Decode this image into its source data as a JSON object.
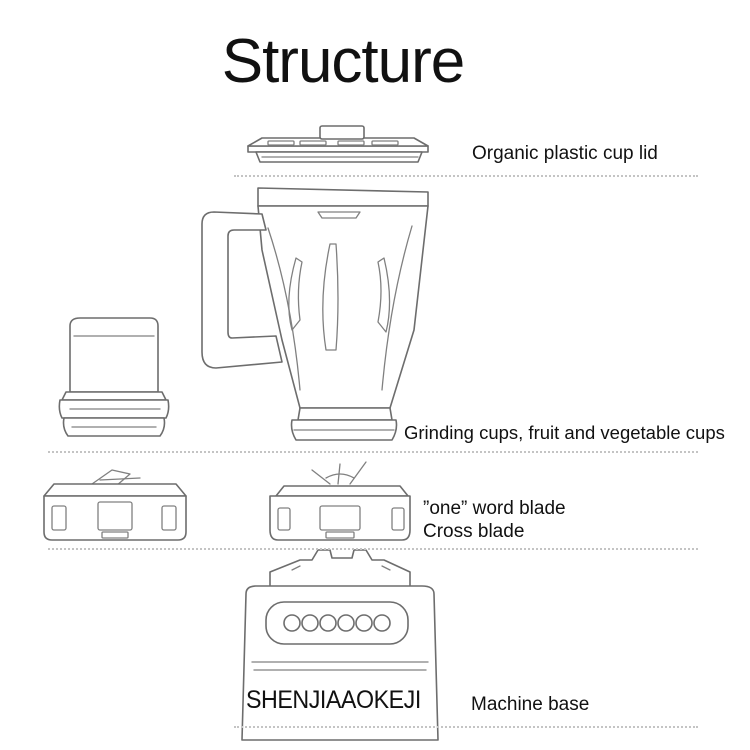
{
  "diagram": {
    "title": "Structure",
    "labels": {
      "lid": "Organic plastic cup lid",
      "cups": "Grinding cups, fruit and vegetable cups",
      "one_word_blade": "”one” word blade",
      "cross_blade": "Cross blade",
      "machine_base": "Machine base"
    },
    "watermark": "SHENJIAAOKEJI"
  }
}
